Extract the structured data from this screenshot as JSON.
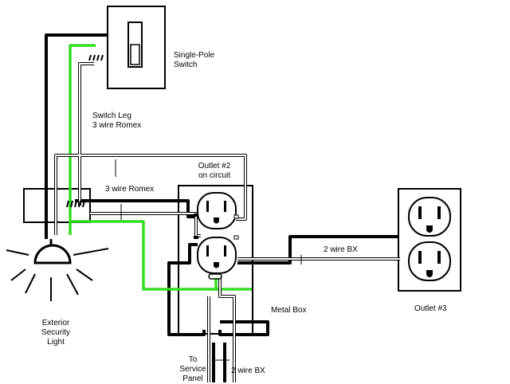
{
  "labels": {
    "switch_line1": "Single-Pole",
    "switch_line2": "Switch",
    "switch_leg_line1": "Switch Leg",
    "switch_leg_line2": "3 wire Romex",
    "romex": "3 wire Romex",
    "outlet2_line1": "Outlet #2",
    "outlet2_line2": "on circuit",
    "bx_right": "2 wire BX",
    "outlet3": "Outlet #3",
    "metal_box": "Metal Box",
    "light_line1": "Exterior",
    "light_line2": "Security",
    "light_line3": "Light",
    "service_line1": "To",
    "service_line2": "Service",
    "service_line3": "Panel",
    "bx_bottom": "2 wire BX"
  },
  "colors": {
    "hot_wire": "#000000",
    "neutral_wire": "#ffffff",
    "ground_wire": "#33dd22"
  }
}
